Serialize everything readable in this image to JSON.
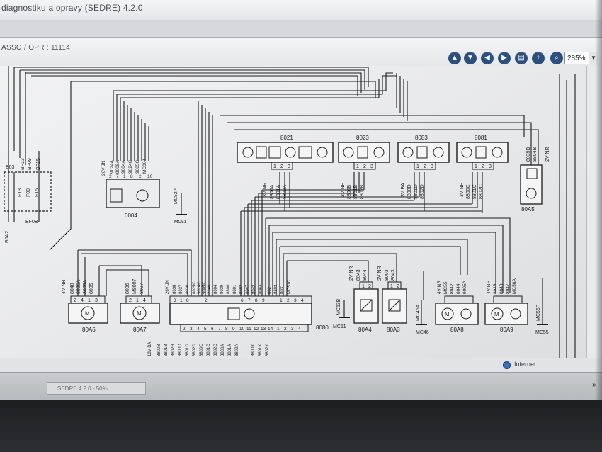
{
  "window": {
    "title": "diagnostiku a opravy (SEDRE) 4.2.0"
  },
  "toolbar": {
    "breadcrumb": "ASSO / OPR : 11114",
    "nav_buttons": [
      {
        "name": "scroll-up-button",
        "glyph": "▲"
      },
      {
        "name": "scroll-down-button",
        "glyph": "▼"
      },
      {
        "name": "previous-button",
        "glyph": "◀"
      },
      {
        "name": "next-button",
        "glyph": "▶"
      },
      {
        "name": "print-button",
        "glyph": "▤"
      },
      {
        "name": "zoom-in-button",
        "glyph": "+"
      }
    ],
    "zoom_value": "285%"
  },
  "diagram": {
    "side_fuses": [
      "BF13",
      "BF09",
      "BF15"
    ],
    "side_fuse_bottom": [
      "F13",
      "F09",
      "F15"
    ],
    "side_b03": "B03",
    "side_box_label": "BF0B",
    "side_bottom_label": "B0A2",
    "connectors": {
      "c8021": "8021",
      "c8023": "8023",
      "c8083": "8083",
      "c8081": "8081",
      "c0004": "0004",
      "c80A5": "80A5",
      "c80A6": "80A6",
      "c80A7": "80A7",
      "c8080": "8080",
      "c80A4": "80A4",
      "c80A3": "80A3",
      "c80A8": "80A8",
      "c80A9": "80A9",
      "mc51a": "MC51",
      "mc51b": "MC51",
      "mc46": "MC46",
      "mc55": "MC55",
      "mc52p": "MC52P",
      "mc53b": "MC53B",
      "mc46a": "MC46A",
      "mc55p": "MC55P"
    },
    "wire_labels": {
      "w8021": [
        "3V NR",
        "8800A",
        "8801A",
        "8802A"
      ],
      "w8023": [
        "3V NR",
        "8800B",
        "8801B",
        "8802B"
      ],
      "w8083": [
        "3V BA",
        "8800D",
        "8801D",
        "8802D"
      ],
      "w8081": [
        "3V NR",
        "8800C",
        "8801C",
        "8802C"
      ],
      "w80A5": [
        "8039B",
        "8804B",
        "2V NR"
      ],
      "w0004": [
        "26V JN",
        "9024A",
        "9005A",
        "9004A",
        "9024C",
        "9005C",
        "MC004"
      ],
      "w80A6": [
        "4V NR",
        "8048",
        "8006A",
        "8005A",
        "8005"
      ],
      "w80A7": [
        "8006",
        "M8007",
        "8007"
      ],
      "w8080_top": [
        "26V JN",
        "8038",
        "8037",
        "8036",
        "8025C",
        "9024C",
        "9005C",
        "2140",
        "8004",
        "8039",
        "8800",
        "8801",
        "8802",
        "8047",
        "8042",
        "8043",
        "802",
        "8803",
        "8031",
        "MC51C"
      ],
      "w8080_bottom": [
        "18V BA",
        "8800B",
        "8801B",
        "8802B",
        "8800D",
        "8801D",
        "8802D",
        "8800C",
        "8801C",
        "8802C",
        "8800A",
        "8801A",
        "8802A",
        "8800K",
        "8801K",
        "8802K"
      ],
      "w80A4": [
        "2V NR",
        "8043",
        "8044"
      ],
      "w80A3": [
        "2V NR",
        "8003",
        "8043"
      ],
      "w80A8": [
        "4V NR",
        "MC55",
        "8042",
        "8044",
        "9005A"
      ],
      "w80A9": [
        "4V NR",
        "8048",
        "8043",
        "8047",
        "MC58A"
      ]
    },
    "pins_0004": [
      "2",
      "7",
      "1",
      "8",
      "2",
      "10"
    ],
    "pins_80A6": [
      "2",
      "4",
      "1",
      "3"
    ],
    "pins_80A7": [
      "2",
      "1",
      "4"
    ],
    "pins_8080": [
      "3",
      "1",
      "8",
      "2",
      "6",
      "7",
      "8",
      "9",
      "1",
      "2",
      "3",
      "4"
    ],
    "pins_8080_bottom": [
      "2",
      "3",
      "4",
      "5",
      "6",
      "7",
      "8",
      "9",
      "10",
      "11",
      "12",
      "13",
      "14",
      "1",
      "2",
      "3",
      "4"
    ],
    "pins_3": [
      "1",
      "2",
      "3"
    ],
    "pins_2": [
      "1",
      "2"
    ]
  },
  "statusbar": {
    "zone": "Internet"
  },
  "taskbar": {
    "item": "SEDRE 4.2.0 - 50%"
  }
}
